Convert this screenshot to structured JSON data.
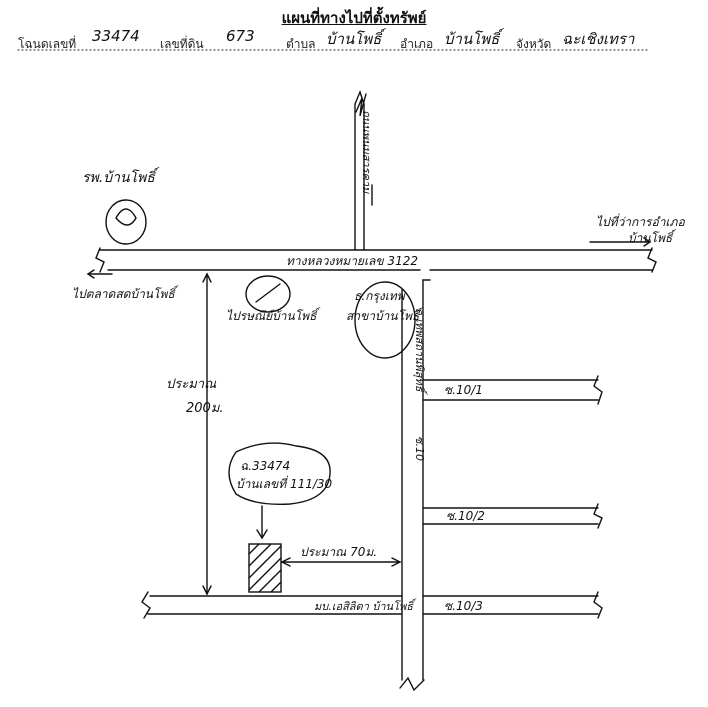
{
  "title": "แผนที่ทางไปที่ตั้งทรัพย์",
  "header": {
    "deed_label": "โฉนดเลขที่",
    "deed_value": "33474",
    "land_no_label": "เลขที่ดิน",
    "land_no_value": "673",
    "subdistrict_label": "ตำบล",
    "subdistrict_value": "บ้านโพธิ์",
    "district_label": "อำเภอ",
    "district_value": "บ้านโพธิ์",
    "province_label": "จังหวัด",
    "province_value": "ฉะเชิงเทรา"
  },
  "map": {
    "hospital": "รพ.บ้านโพธิ์",
    "to_district_office_1": "ไปที่ว่าการอำเภอ",
    "to_district_office_2": "บ้านโพธิ์",
    "main_road": "ทางหลวงหมายเลข 3122",
    "to_market": "ไปตลาดสดบ้านโพธิ์",
    "post_office": "ไปรษณีย์บ้านโพธิ์",
    "bank_1": "ธ.กรุงเทพ",
    "bank_2": "สาขาบ้านโพธิ์",
    "north_road": "ถนนพนมสารคาม",
    "side_road": "ถ.เทพสถานพิสุทธิ์",
    "soi_10": "ซ.10",
    "soi_10_1": "ซ.10/1",
    "soi_10_2": "ซ.10/2",
    "soi_10_3": "ซ.10/3",
    "distance_approx": "ประมาณ",
    "distance_value": "200ม.",
    "property_1": "ฉ.33474",
    "property_2": "บ้านเลขที่ 111/30",
    "distance_70": "ประมาณ 70ม.",
    "village": "มบ.เอสิลิตา บ้านโพธิ์"
  }
}
